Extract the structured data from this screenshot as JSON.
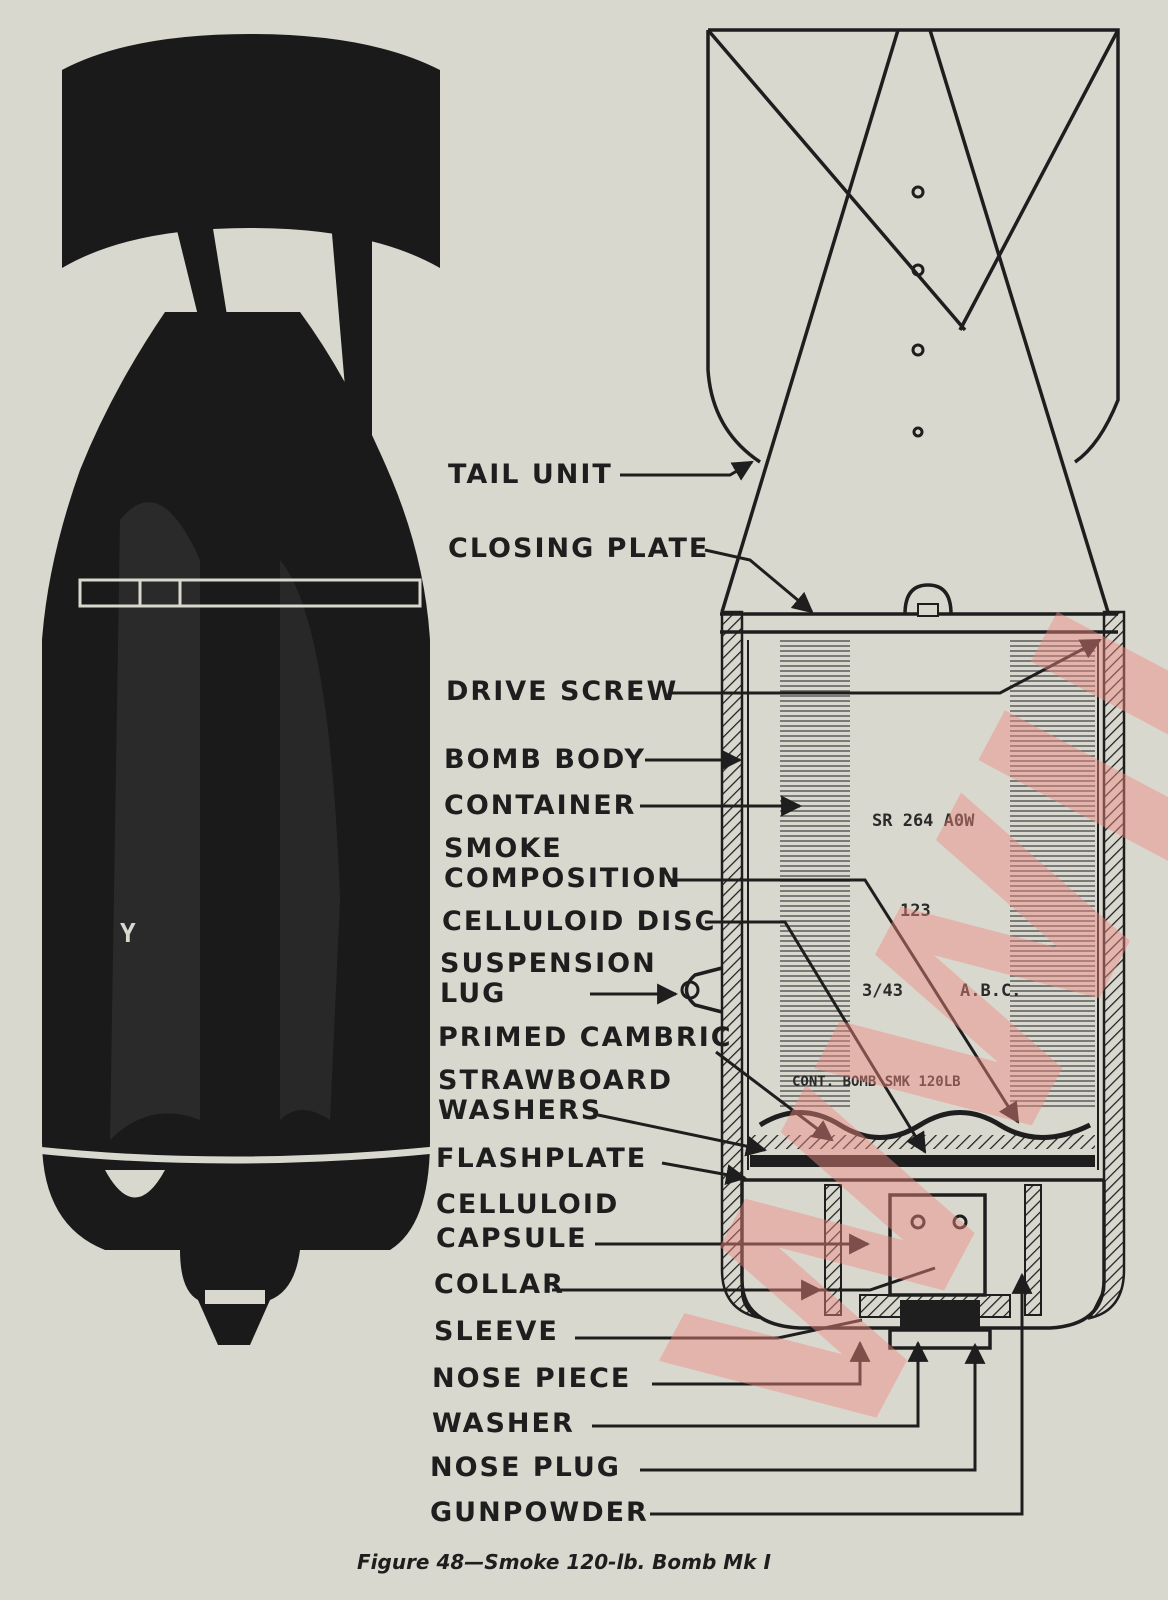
{
  "caption": "Figure 48—Smoke 120-lb. Bomb Mk I",
  "watermark": "WWII",
  "stencils": {
    "s1": "SR 264 A0W",
    "s2": "123",
    "s3": "A.B.C.",
    "s4": "3/43",
    "s5": "CONT. BOMB SMK 120LB"
  },
  "labels": {
    "tail_unit": "TAIL UNIT",
    "closing_plate": "CLOSING PLATE",
    "drive_screw": "DRIVE SCREW",
    "bomb_body": "BOMB BODY",
    "container": "CONTAINER",
    "smoke": "SMOKE",
    "composition": "COMPOSITION",
    "celluloid_disc": "CELLULOID DISC",
    "suspension": "SUSPENSION",
    "lug": "LUG",
    "primed_cambric": "PRIMED CAMBRIC",
    "strawboard": "STRAWBOARD",
    "washers": "WASHERS",
    "flashplate": "FLASHPLATE",
    "celluloid": "CELLULOID",
    "capsule": "CAPSULE",
    "collar": "COLLAR",
    "sleeve": "SLEEVE",
    "nose_piece": "NOSE PIECE",
    "washer": "WASHER",
    "nose_plug": "NOSE PLUG",
    "gunpowder": "GUNPOWDER"
  }
}
